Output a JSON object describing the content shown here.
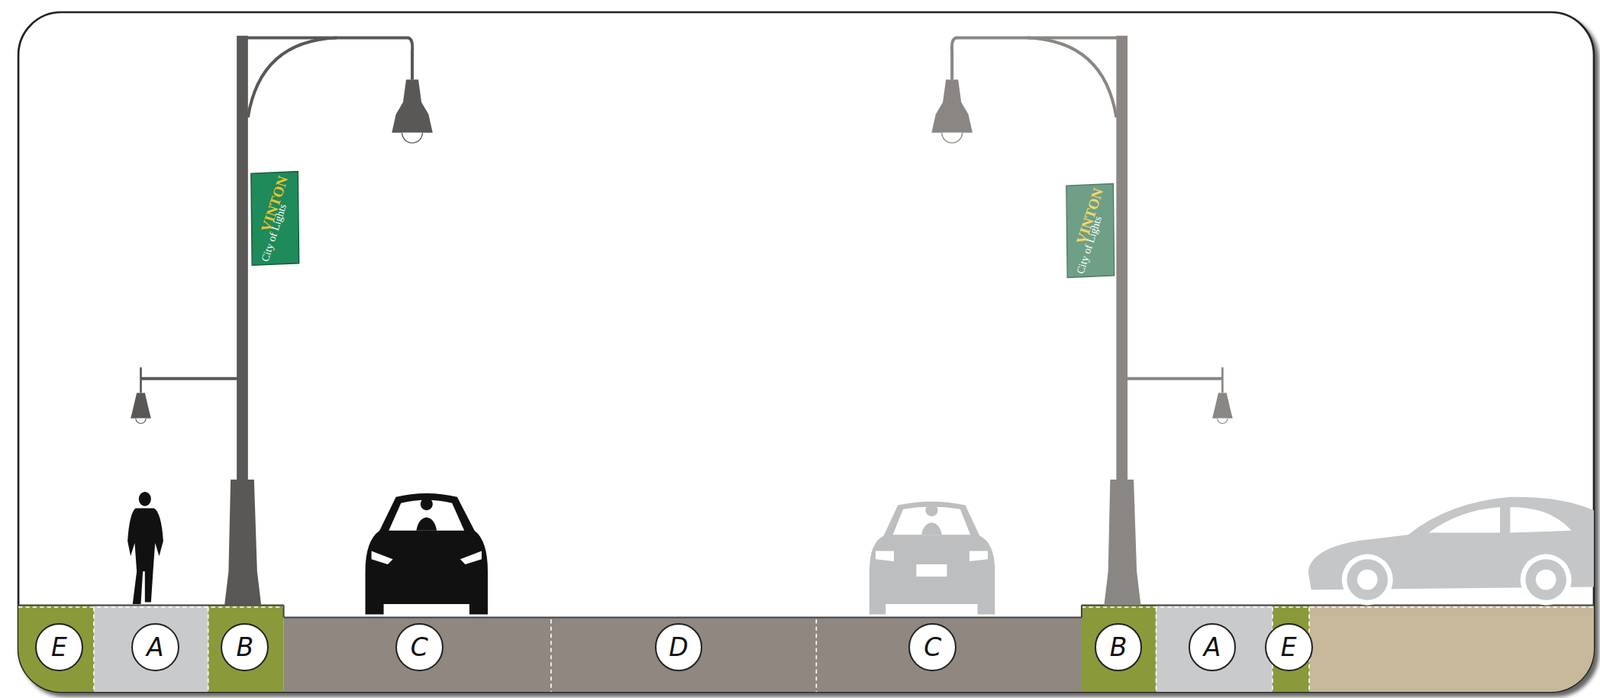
{
  "diagram": {
    "nodes": [
      {
        "text": [
          "E"
        ]
      },
      {
        "text": [
          "A"
        ]
      },
      {
        "text": [
          "B"
        ]
      },
      {
        "text": [
          "C"
        ]
      },
      {
        "text": [
          "D"
        ]
      },
      {
        "text": [
          "C"
        ]
      },
      {
        "text": [
          "B"
        ]
      },
      {
        "text": [
          "A"
        ]
      },
      {
        "text": [
          "E"
        ]
      }
    ],
    "labels": [
      "VINTON",
      "City of Lights",
      "VINTON",
      "City of Lights"
    ]
  }
}
